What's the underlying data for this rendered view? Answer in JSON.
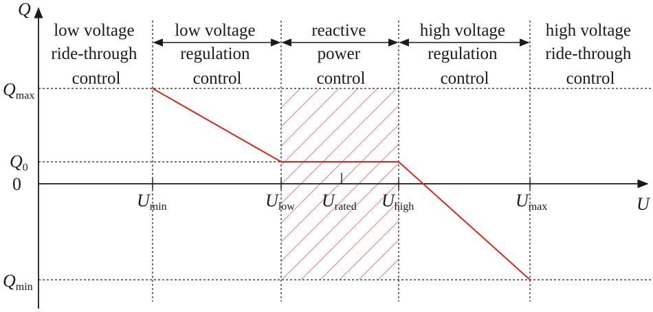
{
  "axes": {
    "y_label": "Q",
    "x_label": "U",
    "origin_label": "0"
  },
  "y_ticks": {
    "q_max": {
      "main": "Q",
      "sub": "max"
    },
    "q_0": {
      "main": "Q",
      "sub": "0"
    },
    "q_min": {
      "main": "Q",
      "sub": "min"
    }
  },
  "x_ticks": {
    "u_min": {
      "main": "U",
      "sub": "min"
    },
    "u_low": {
      "main": "U",
      "sub": "low"
    },
    "u_rated": {
      "main": "U",
      "sub": "rated"
    },
    "u_high": {
      "main": "U",
      "sub": "high"
    },
    "u_max": {
      "main": "U",
      "sub": "max"
    }
  },
  "regions": [
    {
      "lines": [
        "low voltage",
        "ride-through",
        "control"
      ]
    },
    {
      "lines": [
        "low voltage",
        "regulation",
        "control"
      ]
    },
    {
      "lines": [
        "reactive",
        "power",
        "control"
      ]
    },
    {
      "lines": [
        "high voltage",
        "regulation",
        "control"
      ]
    },
    {
      "lines": [
        "high voltage",
        "ride-through",
        "control"
      ]
    }
  ],
  "colors": {
    "curve": "#d9261c",
    "hatch": "#d98a8a",
    "axis": "#1a1a1a"
  }
}
